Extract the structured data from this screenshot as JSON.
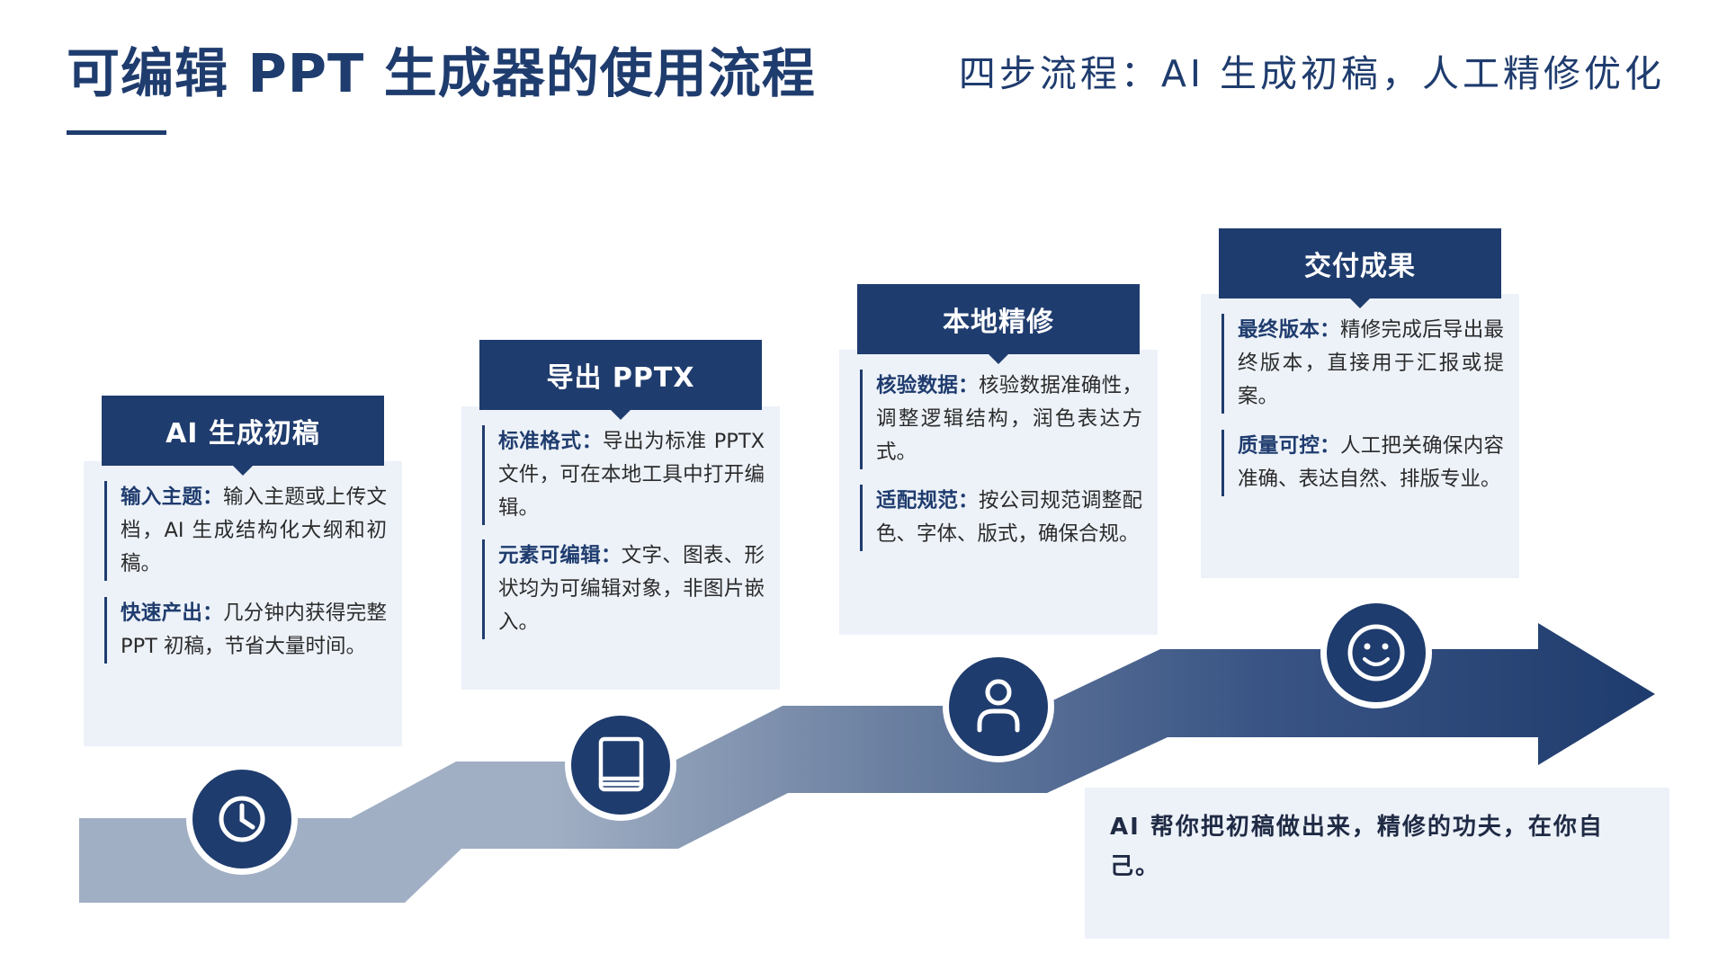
{
  "header": {
    "title": "可编辑 PPT 生成器的使用流程",
    "subtitle": "四步流程：AI 生成初稿，人工精修优化"
  },
  "steps": [
    {
      "title": "AI 生成初稿",
      "icon": "clock-icon",
      "points": [
        {
          "label": "输入主题：",
          "text": "输入主题或上传文档，AI 生成结构化大纲和初稿。"
        },
        {
          "label": "快速产出：",
          "text": "几分钟内获得完整 PPT 初稿，节省大量时间。"
        }
      ]
    },
    {
      "title": "导出 PPTX",
      "icon": "book-icon",
      "points": [
        {
          "label": "标准格式：",
          "text": "导出为标准 PPTX 文件，可在本地工具中打开编辑。"
        },
        {
          "label": "元素可编辑：",
          "text": "文字、图表、形状均为可编辑对象，非图片嵌入。"
        }
      ]
    },
    {
      "title": "本地精修",
      "icon": "user-icon",
      "points": [
        {
          "label": "核验数据：",
          "text": "核验数据准确性，调整逻辑结构，润色表达方式。"
        },
        {
          "label": "适配规范：",
          "text": "按公司规范调整配色、字体、版式，确保合规。"
        }
      ]
    },
    {
      "title": "交付成果",
      "icon": "smile-icon",
      "points": [
        {
          "label": "最终版本：",
          "text": "精修完成后导出最终版本，直接用于汇报或提案。"
        },
        {
          "label": "质量可控：",
          "text": "人工把关确保内容准确、表达自然、排版专业。"
        }
      ]
    }
  ],
  "quote": "AI 帮你把初稿做出来，精修的功夫，在你自己。",
  "colors": {
    "primary": "#1f3c6e",
    "card_bg": "#edf2f9",
    "band_light": "#a1afc4",
    "band_mid": "#6a7fa0",
    "band_dark": "#3a5585"
  }
}
